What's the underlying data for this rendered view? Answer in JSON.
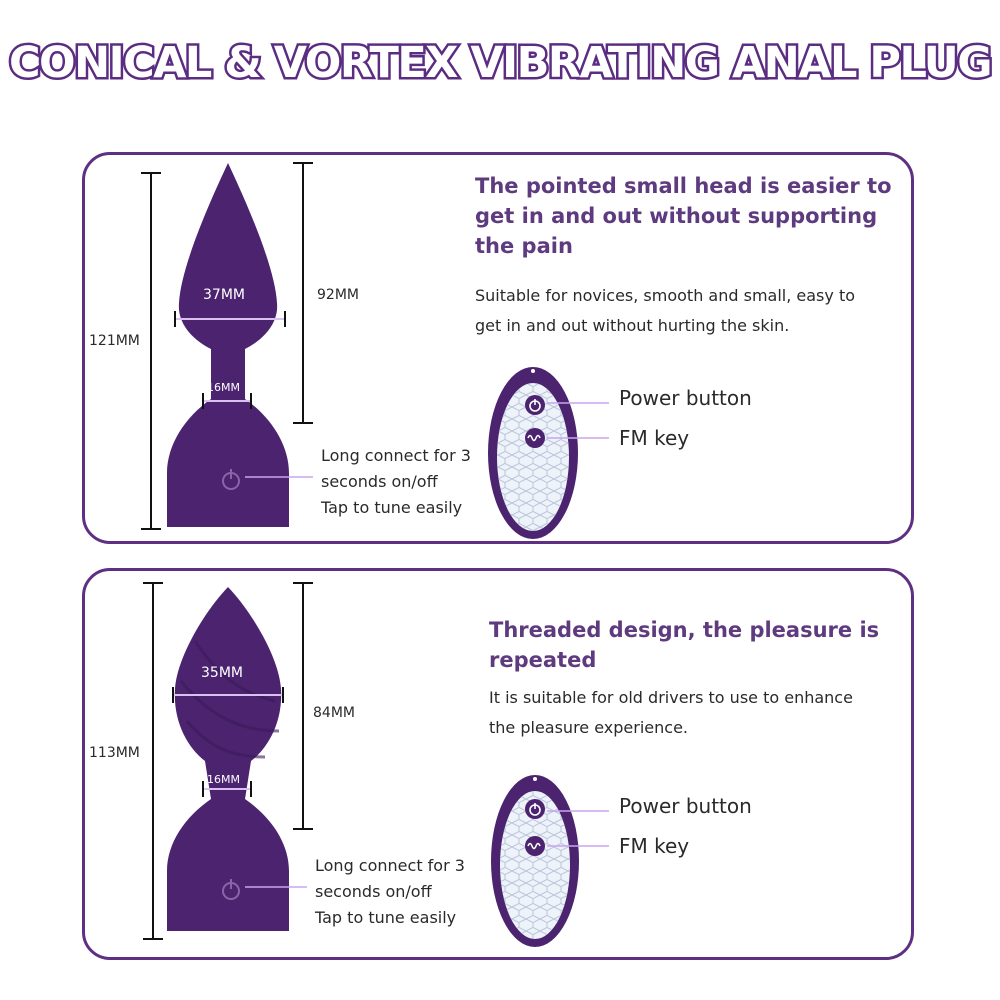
{
  "title": "CONICAL & VORTEX VIBRATING ANAL PLUG",
  "colors": {
    "accent": "#5e2f82",
    "product": "#4b236f",
    "line": "#c9a5ef"
  },
  "sections": [
    {
      "heading_lines": [
        "The pointed small head is easier to",
        "get in and out without supporting",
        "the pain"
      ],
      "description_lines": [
        "Suitable for novices, smooth and small, easy to",
        "get in and out without hurting the skin."
      ],
      "dimensions": {
        "total": "121MM",
        "head_length": "92MM",
        "head_width": "37MM",
        "neck_width": "16MM"
      },
      "note_lines": [
        "Long connect for 3",
        "seconds on/off",
        "Tap to tune easily"
      ],
      "remote": {
        "power_label": "Power button",
        "fm_label": "FM key",
        "power_icon": "power-icon",
        "fm_icon": "wave-icon"
      }
    },
    {
      "heading_lines": [
        "Threaded design, the pleasure is",
        "repeated"
      ],
      "description_lines": [
        "It is suitable for old drivers to use to enhance",
        "the pleasure experience."
      ],
      "dimensions": {
        "total": "113MM",
        "head_length": "84MM",
        "head_width": "35MM",
        "neck_width": "16MM"
      },
      "note_lines": [
        "Long connect for 3",
        "seconds on/off",
        "Tap to tune easily"
      ],
      "remote": {
        "power_label": "Power button",
        "fm_label": "FM key",
        "power_icon": "power-icon",
        "fm_icon": "wave-icon"
      }
    }
  ]
}
